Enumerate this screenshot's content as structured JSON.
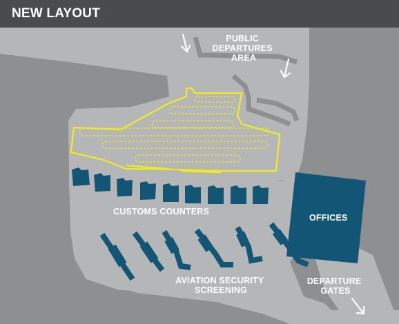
{
  "header": {
    "title": "NEW LAYOUT"
  },
  "labels": {
    "public_departures": [
      "PUBLIC",
      "DEPARTURES",
      "AREA"
    ],
    "customs_counters": "CUSTOMS COUNTERS",
    "offices": "OFFICES",
    "aviation_security": [
      "AVIATION SECURITY",
      "SCREENING"
    ],
    "departure_gates": [
      "DEPARTURE",
      "GATES"
    ]
  },
  "colors": {
    "header_bg": "#4a4b4d",
    "background": "#8d8f91",
    "floor": "#b5b6b8",
    "queue_line": "#f3ec19",
    "counters": "#135574",
    "offices": "#135574",
    "text": "#ffffff"
  },
  "icons": {
    "arrow_left": "arrow-down-right",
    "arrow_right": "arrow-down-right",
    "arrow_gates": "arrow-down-right"
  }
}
